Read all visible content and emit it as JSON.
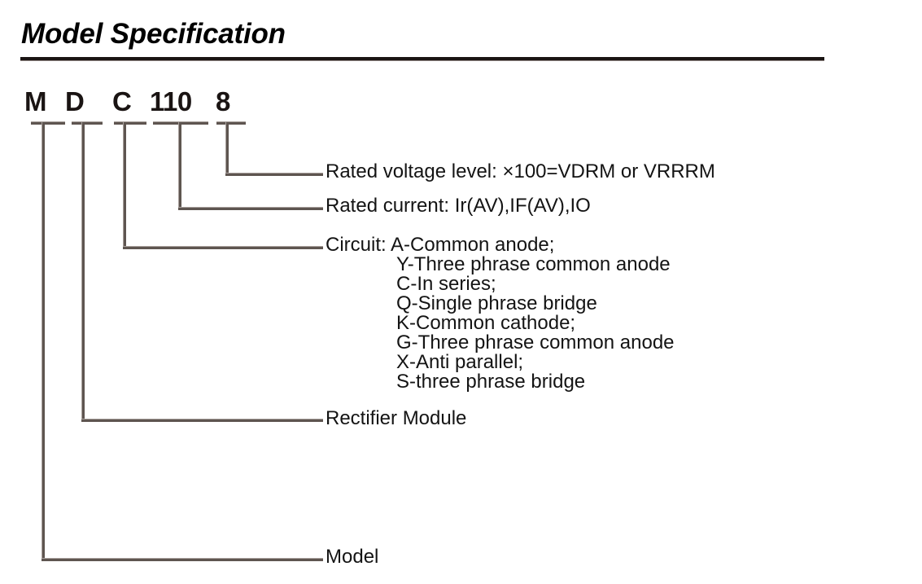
{
  "title": "Model Specification",
  "model_code": {
    "parts": [
      {
        "text": "M",
        "meaning": "Model"
      },
      {
        "text": "D",
        "meaning": "Rectifier Module"
      },
      {
        "text": "C",
        "meaning": "Circuit"
      },
      {
        "text": "110",
        "meaning": "Rated current"
      },
      {
        "text": "8",
        "meaning": "Rated voltage level"
      }
    ],
    "full": "MDC1108"
  },
  "callouts": [
    {
      "label": "Rated voltage level: ×100=VDRM or VRRRM"
    },
    {
      "label": "Rated current: Ir(AV),IF(AV),IO"
    },
    {
      "label": "Circuit: A-Common anode;"
    },
    {
      "label": "Rectifier Module"
    },
    {
      "label": "Model"
    }
  ],
  "circuit_codes": [
    "Y-Three phrase common anode",
    "C-In series;",
    "Q-Single phrase bridge",
    "K-Common cathode;",
    "G-Three phrase common anode",
    "X-Anti parallel;",
    "S-three phrase bridge"
  ],
  "colors": {
    "text": "#141414",
    "title": "#000000",
    "rule": "#1a1413",
    "leader_line": "#5e5550"
  }
}
